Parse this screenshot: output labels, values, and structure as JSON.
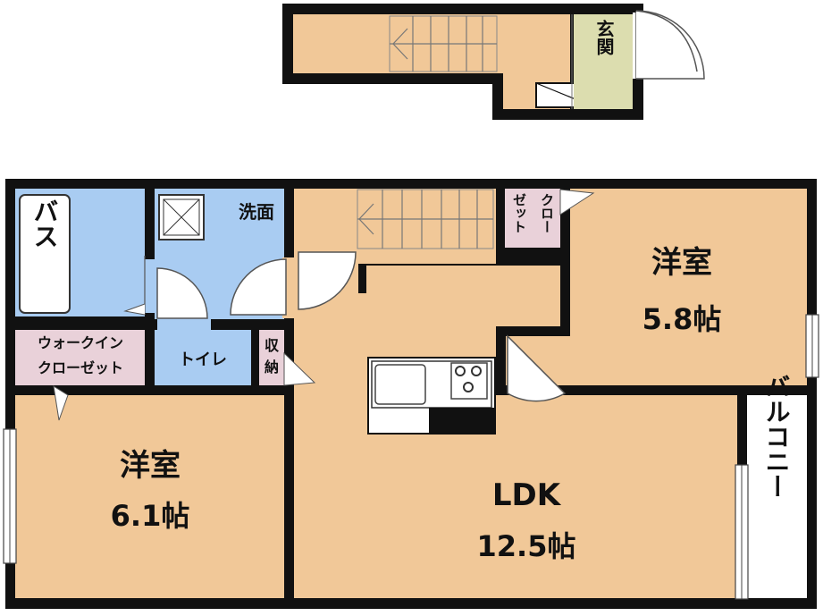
{
  "floorplan": {
    "colors": {
      "wall": "#111111",
      "room_floor": "#F1C898",
      "wet_area": "#A9CCF2",
      "closet": "#E9D1D9",
      "entrance": "#DCDDAF",
      "balcony": "#FFFFFF"
    },
    "entrance": {
      "label": "玄関",
      "icon": "door-swing-icon"
    },
    "bath": {
      "label": "バス"
    },
    "washroom": {
      "label": "洗面",
      "icon": "washing-machine-pan-icon"
    },
    "walk_in_closet": {
      "label_line1": "ウォークイン",
      "label_line2": "クローゼット"
    },
    "toilet": {
      "label": "トイレ"
    },
    "storage": {
      "label_line1": "収",
      "label_line2": "納"
    },
    "closet": {
      "label_col1": "クロー",
      "label_col2": "ゼット"
    },
    "bedroom_a": {
      "name": "洋室",
      "size": "6.1帖"
    },
    "bedroom_b": {
      "name": "洋室",
      "size": "5.8帖"
    },
    "ldk": {
      "name": "LDK",
      "size": "12.5帖",
      "kitchen_icon": "sink-and-stove-icon"
    },
    "balcony": {
      "label": "バルコニー"
    }
  }
}
